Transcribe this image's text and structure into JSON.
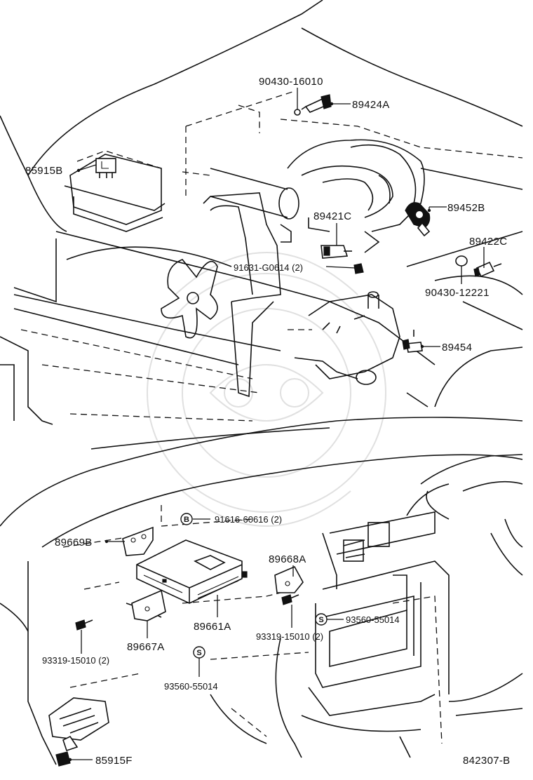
{
  "diagram_id": "842307-B",
  "symbols": {
    "bolt_mark": "B",
    "screw_mark": "S"
  },
  "labels": {
    "p90430_16010": "90430-16010",
    "p89424A": "89424A",
    "p85915B": "85915B",
    "p89452B": "89452B",
    "p89421C": "89421C",
    "p89422C": "89422C",
    "p91631": "91631-G0614 (2)",
    "p90430_12221": "90430-12221",
    "p89454": "89454",
    "p91616": "91616-60616 (2)",
    "p89669B": "89669B",
    "p89668A": "89668A",
    "p89661A": "89661A",
    "p93560_right": "93560-55014",
    "p93319_right": "93319-15010 (2)",
    "p89667A": "89667A",
    "p93319_left": "93319-15010 (2)",
    "p93560_left": "93560-55014",
    "p85915F": "85915F"
  }
}
